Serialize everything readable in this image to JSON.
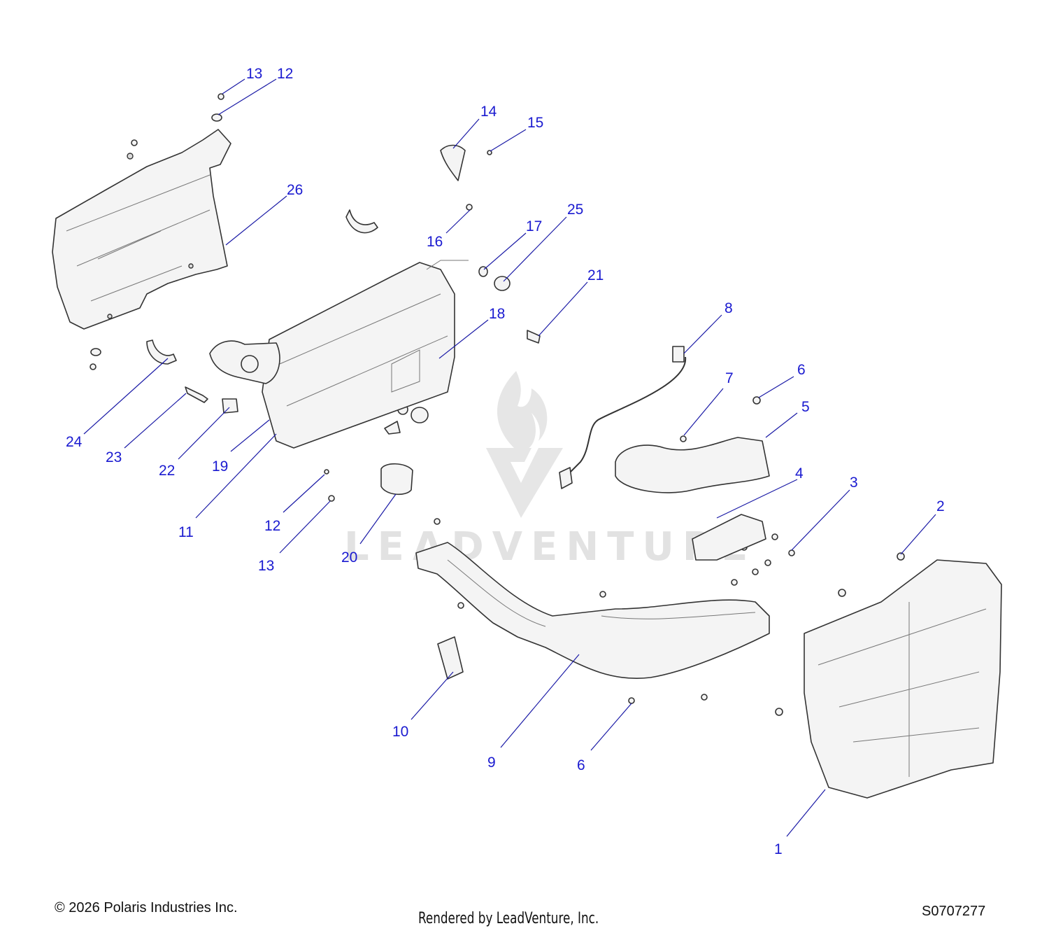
{
  "diagram": {
    "callouts": [
      "13",
      "12",
      "14",
      "15",
      "26",
      "16",
      "17",
      "25",
      "21",
      "18",
      "8",
      "7",
      "6",
      "5",
      "24",
      "23",
      "22",
      "19",
      "11",
      "12",
      "13",
      "20",
      "4",
      "3",
      "2",
      "10",
      "9",
      "6",
      "1"
    ]
  },
  "watermark": {
    "brand": "LEADVENTURE"
  },
  "footer": {
    "copyright": "© 2026 Polaris Industries Inc.",
    "rendered_by": "Rendered by LeadVenture, Inc.",
    "drawing_id": "S0707277"
  }
}
